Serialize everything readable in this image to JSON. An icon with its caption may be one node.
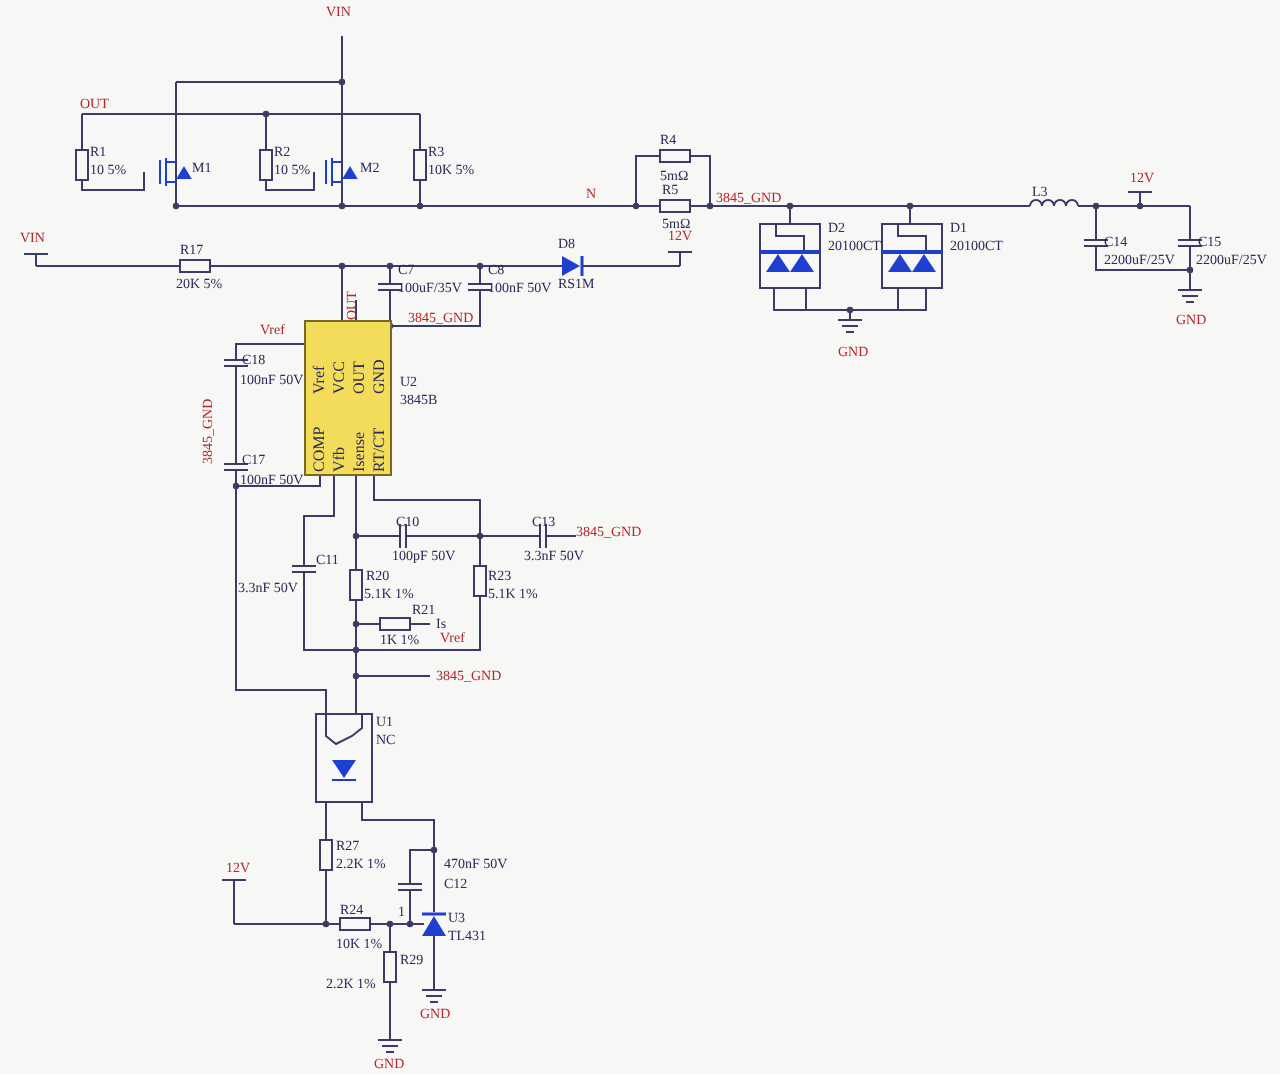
{
  "diagram": {
    "nodes": [
      {
        "text": [
          "COMP",
          "Vfb",
          "Isense",
          "RT/CT",
          "Vref",
          "VCC",
          "OUT",
          "GND"
        ],
        "beside": [
          "U2",
          "3845B"
        ]
      }
    ],
    "labels": [
      "VIN",
      "OUT",
      "R1",
      "10 5%",
      "M1",
      "R2",
      "10 5%",
      "M2",
      "R3",
      "10K 5%",
      "R4",
      "5mΩ",
      "N",
      "R5",
      "5mΩ",
      "3845_GND",
      "D2",
      "20100CT",
      "D1",
      "20100CT",
      "L3",
      "12V",
      "C14",
      "2200uF/25V",
      "C15",
      "2200uF/25V",
      "GND",
      "GND",
      "VIN",
      "R17",
      "20K 5%",
      "C7",
      "100uF/35V",
      "C8",
      "100nF 50V",
      "D8",
      "RS1M",
      "12V",
      "OUT",
      "3845_GND",
      "Vref",
      "C18",
      "100nF 50V",
      "3845_GND",
      "C17",
      "100nF 50V",
      "C10",
      "100pF 50V",
      "C13",
      "3.3nF 50V",
      "3845_GND",
      "C11",
      "3.3nF 50V",
      "R20",
      "5.1K 1%",
      "R21",
      "1K 1%",
      "Is",
      "Vref",
      "R23",
      "5.1K 1%",
      "3845_GND",
      "U1",
      "NC",
      "R27",
      "2.2K 1%",
      "470nF 50V",
      "C12",
      "12V",
      "1",
      "U3",
      "TL431",
      "R24",
      "10K 1%",
      "R29",
      "2.2K 1%",
      "GND",
      "GND"
    ]
  }
}
